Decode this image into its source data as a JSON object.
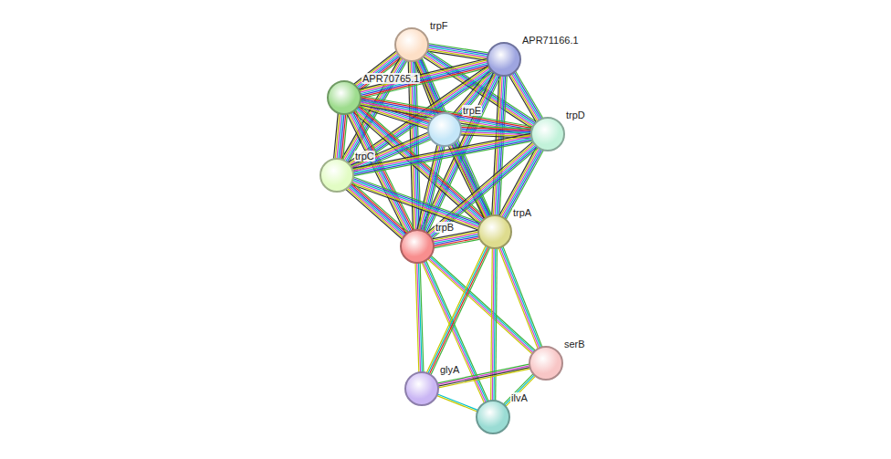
{
  "diagram": {
    "nodes": [
      {
        "text": [
          "trpF"
        ]
      },
      {
        "text": [
          "APR71166.1"
        ]
      },
      {
        "text": [
          "APR70765.1"
        ]
      },
      {
        "text": [
          "trpE"
        ]
      },
      {
        "text": [
          "trpD"
        ]
      },
      {
        "text": [
          "trpC"
        ]
      },
      {
        "text": [
          "trpA"
        ]
      },
      {
        "text": [
          "trpB"
        ]
      },
      {
        "text": [
          "serB"
        ]
      },
      {
        "text": [
          "glyA"
        ]
      },
      {
        "text": [
          "ilvA"
        ]
      }
    ],
    "edges": [
      {
        "from": 0,
        "to": 1,
        "arrow": "none"
      },
      {
        "from": 0,
        "to": 2,
        "arrow": "none"
      },
      {
        "from": 0,
        "to": 3,
        "arrow": "none"
      },
      {
        "from": 0,
        "to": 4,
        "arrow": "none"
      },
      {
        "from": 0,
        "to": 5,
        "arrow": "none"
      },
      {
        "from": 0,
        "to": 6,
        "arrow": "none"
      },
      {
        "from": 0,
        "to": 7,
        "arrow": "none"
      },
      {
        "from": 1,
        "to": 2,
        "arrow": "none"
      },
      {
        "from": 1,
        "to": 3,
        "arrow": "none"
      },
      {
        "from": 1,
        "to": 4,
        "arrow": "none"
      },
      {
        "from": 1,
        "to": 5,
        "arrow": "none"
      },
      {
        "from": 1,
        "to": 6,
        "arrow": "none"
      },
      {
        "from": 1,
        "to": 7,
        "arrow": "none"
      },
      {
        "from": 2,
        "to": 3,
        "arrow": "none"
      },
      {
        "from": 2,
        "to": 4,
        "arrow": "none"
      },
      {
        "from": 2,
        "to": 5,
        "arrow": "none"
      },
      {
        "from": 2,
        "to": 6,
        "arrow": "none"
      },
      {
        "from": 2,
        "to": 7,
        "arrow": "none"
      },
      {
        "from": 3,
        "to": 4,
        "arrow": "none"
      },
      {
        "from": 3,
        "to": 5,
        "arrow": "none"
      },
      {
        "from": 3,
        "to": 6,
        "arrow": "none"
      },
      {
        "from": 3,
        "to": 7,
        "arrow": "none"
      },
      {
        "from": 4,
        "to": 5,
        "arrow": "none"
      },
      {
        "from": 4,
        "to": 6,
        "arrow": "none"
      },
      {
        "from": 4,
        "to": 7,
        "arrow": "none"
      },
      {
        "from": 5,
        "to": 6,
        "arrow": "none"
      },
      {
        "from": 5,
        "to": 7,
        "arrow": "none"
      },
      {
        "from": 6,
        "to": 7,
        "arrow": "none"
      },
      {
        "from": 7,
        "to": 8,
        "arrow": "none"
      },
      {
        "from": 7,
        "to": 9,
        "arrow": "none"
      },
      {
        "from": 7,
        "to": 10,
        "arrow": "none"
      },
      {
        "from": 6,
        "to": 8,
        "arrow": "none"
      },
      {
        "from": 6,
        "to": 9,
        "arrow": "none"
      },
      {
        "from": 6,
        "to": 10,
        "arrow": "none"
      },
      {
        "from": 9,
        "to": 8,
        "arrow": "none"
      },
      {
        "from": 9,
        "to": 10,
        "arrow": "none"
      },
      {
        "from": 10,
        "to": 8,
        "arrow": "none"
      }
    ]
  }
}
